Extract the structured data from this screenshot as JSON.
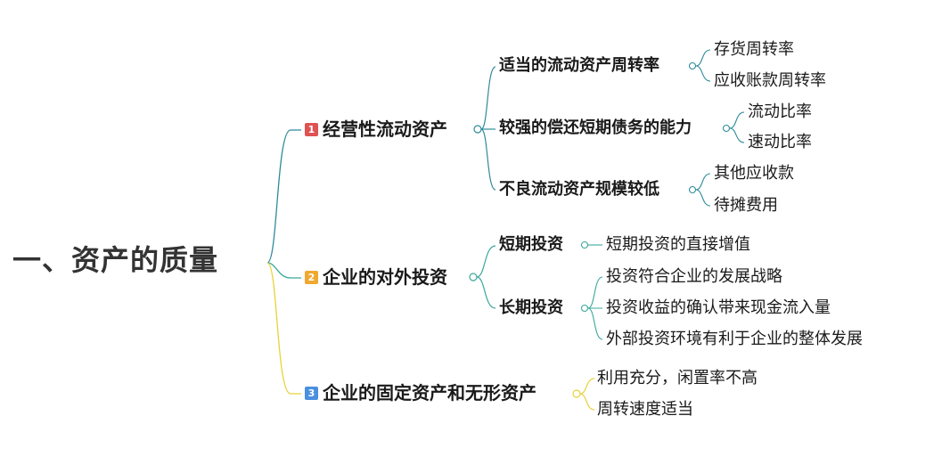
{
  "root": {
    "title": "一、资产的质量"
  },
  "branches": [
    {
      "badge": "1",
      "badge_color": "#e05252",
      "line_color": "#2e8b9a",
      "label": "经营性流动资产",
      "children": [
        {
          "label": "适当的流动资产周转率",
          "leaves": [
            "存货周转率",
            "应收账款周转率"
          ]
        },
        {
          "label": "较强的偿还短期债务的能力",
          "leaves": [
            "流动比率",
            "速动比率"
          ]
        },
        {
          "label": "不良流动资产规模较低",
          "leaves": [
            "其他应收款",
            "待摊费用"
          ]
        }
      ]
    },
    {
      "badge": "2",
      "badge_color": "#f0a830",
      "line_color": "#3aa89a",
      "label": "企业的对外投资",
      "children": [
        {
          "label": "短期投资",
          "leaves": [
            "短期投资的直接增值"
          ]
        },
        {
          "label": "长期投资",
          "leaves": [
            "投资符合企业的发展战略",
            "投资收益的确认带来现金流入量",
            "外部投资环境有利于企业的整体发展"
          ]
        }
      ]
    },
    {
      "badge": "3",
      "badge_color": "#4a8fe0",
      "line_color": "#e8d23a",
      "label": "企业的固定资产和无形资产",
      "children": [],
      "leaves": [
        "利用充分，闲置率不高",
        "周转速度适当"
      ]
    }
  ]
}
